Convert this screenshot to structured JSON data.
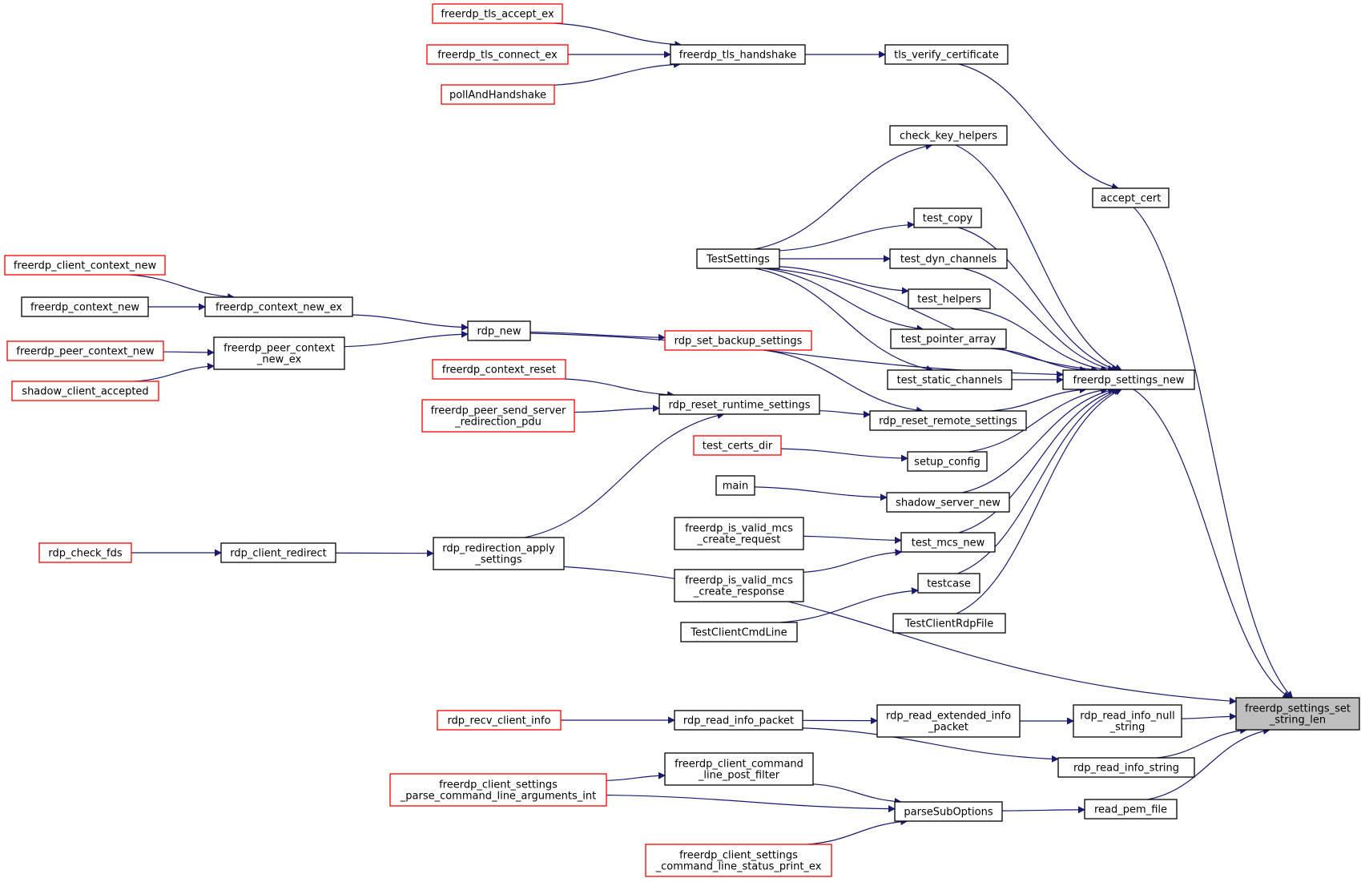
{
  "diagram": {
    "colors": {
      "edge": "#191970",
      "node_border": "#000000",
      "node_border_undocumented": "#ff0000",
      "root_fill": "#bfbfbf",
      "node_fill": "#ffffff"
    },
    "nodes": [
      {
        "id": "root",
        "lines": [
          "freerdp_settings_set",
          "_string_len"
        ],
        "style": "root"
      },
      {
        "id": "tls_accept",
        "lines": [
          "freerdp_tls_accept_ex"
        ],
        "style": "red"
      },
      {
        "id": "tls_connect",
        "lines": [
          "freerdp_tls_connect_ex"
        ],
        "style": "red"
      },
      {
        "id": "poll",
        "lines": [
          "pollAndHandshake"
        ],
        "style": "red"
      },
      {
        "id": "tls_handshake",
        "lines": [
          "freerdp_tls_handshake"
        ],
        "style": "black"
      },
      {
        "id": "tls_verify",
        "lines": [
          "tls_verify_certificate"
        ],
        "style": "black"
      },
      {
        "id": "accept_cert",
        "lines": [
          "accept_cert"
        ],
        "style": "black"
      },
      {
        "id": "check_key",
        "lines": [
          "check_key_helpers"
        ],
        "style": "black"
      },
      {
        "id": "test_copy",
        "lines": [
          "test_copy"
        ],
        "style": "black"
      },
      {
        "id": "testsettings",
        "lines": [
          "TestSettings"
        ],
        "style": "black"
      },
      {
        "id": "test_dyn",
        "lines": [
          "test_dyn_channels"
        ],
        "style": "black"
      },
      {
        "id": "test_helpers",
        "lines": [
          "test_helpers"
        ],
        "style": "black"
      },
      {
        "id": "test_pointer",
        "lines": [
          "test_pointer_array"
        ],
        "style": "black"
      },
      {
        "id": "test_static",
        "lines": [
          "test_static_channels"
        ],
        "style": "black"
      },
      {
        "id": "settings_new",
        "lines": [
          "freerdp_settings_new"
        ],
        "style": "black"
      },
      {
        "id": "client_ctx_new",
        "lines": [
          "freerdp_client_context_new"
        ],
        "style": "red"
      },
      {
        "id": "ctx_new",
        "lines": [
          "freerdp_context_new"
        ],
        "style": "black"
      },
      {
        "id": "ctx_new_ex",
        "lines": [
          "freerdp_context_new_ex"
        ],
        "style": "black"
      },
      {
        "id": "peer_ctx_new",
        "lines": [
          "freerdp_peer_context_new"
        ],
        "style": "red"
      },
      {
        "id": "peer_ctx_new_ex",
        "lines": [
          "freerdp_peer_context",
          "_new_ex"
        ],
        "style": "black"
      },
      {
        "id": "shadow_accepted",
        "lines": [
          "shadow_client_accepted"
        ],
        "style": "red"
      },
      {
        "id": "rdp_new",
        "lines": [
          "rdp_new"
        ],
        "style": "black"
      },
      {
        "id": "set_backup",
        "lines": [
          "rdp_set_backup_settings"
        ],
        "style": "red"
      },
      {
        "id": "ctx_reset",
        "lines": [
          "freerdp_context_reset"
        ],
        "style": "red"
      },
      {
        "id": "peer_send_redir",
        "lines": [
          "freerdp_peer_send_server",
          "_redirection_pdu"
        ],
        "style": "red"
      },
      {
        "id": "reset_runtime",
        "lines": [
          "rdp_reset_runtime_settings"
        ],
        "style": "black"
      },
      {
        "id": "reset_remote",
        "lines": [
          "rdp_reset_remote_settings"
        ],
        "style": "black"
      },
      {
        "id": "test_certs_dir",
        "lines": [
          "test_certs_dir"
        ],
        "style": "red"
      },
      {
        "id": "setup_config",
        "lines": [
          "setup_config"
        ],
        "style": "black"
      },
      {
        "id": "main",
        "lines": [
          "main"
        ],
        "style": "black"
      },
      {
        "id": "shadow_server_new",
        "lines": [
          "shadow_server_new"
        ],
        "style": "black"
      },
      {
        "id": "valid_mcs_req",
        "lines": [
          "freerdp_is_valid_mcs",
          "_create_request"
        ],
        "style": "black"
      },
      {
        "id": "test_mcs_new",
        "lines": [
          "test_mcs_new"
        ],
        "style": "black"
      },
      {
        "id": "valid_mcs_resp",
        "lines": [
          "freerdp_is_valid_mcs",
          "_create_response"
        ],
        "style": "black"
      },
      {
        "id": "testcase",
        "lines": [
          "testcase"
        ],
        "style": "black"
      },
      {
        "id": "client_cmdline",
        "lines": [
          "TestClientCmdLine"
        ],
        "style": "black"
      },
      {
        "id": "client_rdpfile",
        "lines": [
          "TestClientRdpFile"
        ],
        "style": "black"
      },
      {
        "id": "check_fds",
        "lines": [
          "rdp_check_fds"
        ],
        "style": "red"
      },
      {
        "id": "client_redirect",
        "lines": [
          "rdp_client_redirect"
        ],
        "style": "black"
      },
      {
        "id": "redir_apply",
        "lines": [
          "rdp_redirection_apply",
          "_settings"
        ],
        "style": "black"
      },
      {
        "id": "recv_client_info",
        "lines": [
          "rdp_recv_client_info"
        ],
        "style": "red"
      },
      {
        "id": "read_info_packet",
        "lines": [
          "rdp_read_info_packet"
        ],
        "style": "black"
      },
      {
        "id": "read_ext_info",
        "lines": [
          "rdp_read_extended_info",
          "_packet"
        ],
        "style": "black"
      },
      {
        "id": "read_info_null",
        "lines": [
          "rdp_read_info_null",
          "_string"
        ],
        "style": "black"
      },
      {
        "id": "read_info_string",
        "lines": [
          "rdp_read_info_string"
        ],
        "style": "black"
      },
      {
        "id": "cmd_post_filter",
        "lines": [
          "freerdp_client_command",
          "_line_post_filter"
        ],
        "style": "black"
      },
      {
        "id": "parse_cmd_args",
        "lines": [
          "freerdp_client_settings",
          "_parse_command_line_arguments_int"
        ],
        "style": "red"
      },
      {
        "id": "parse_sub",
        "lines": [
          "parseSubOptions"
        ],
        "style": "black"
      },
      {
        "id": "read_pem",
        "lines": [
          "read_pem_file"
        ],
        "style": "black"
      },
      {
        "id": "status_print",
        "lines": [
          "freerdp_client_settings",
          "_command_line_status_print_ex"
        ],
        "style": "red"
      }
    ],
    "edges": [
      {
        "from": "tls_accept",
        "to": "tls_handshake"
      },
      {
        "from": "tls_connect",
        "to": "tls_handshake"
      },
      {
        "from": "poll",
        "to": "tls_handshake"
      },
      {
        "from": "tls_handshake",
        "to": "tls_verify"
      },
      {
        "from": "tls_verify",
        "to": "accept_cert"
      },
      {
        "from": "accept_cert",
        "to": "root"
      },
      {
        "from": "testsettings",
        "to": "check_key"
      },
      {
        "from": "testsettings",
        "to": "test_copy"
      },
      {
        "from": "testsettings",
        "to": "test_dyn"
      },
      {
        "from": "testsettings",
        "to": "test_helpers"
      },
      {
        "from": "testsettings",
        "to": "test_pointer"
      },
      {
        "from": "testsettings",
        "to": "test_static"
      },
      {
        "from": "testsettings",
        "to": "settings_new"
      },
      {
        "from": "check_key",
        "to": "settings_new"
      },
      {
        "from": "test_copy",
        "to": "settings_new"
      },
      {
        "from": "test_dyn",
        "to": "settings_new"
      },
      {
        "from": "test_helpers",
        "to": "settings_new"
      },
      {
        "from": "test_pointer",
        "to": "settings_new"
      },
      {
        "from": "test_static",
        "to": "settings_new"
      },
      {
        "from": "rdp_new",
        "to": "settings_new"
      },
      {
        "from": "reset_remote",
        "to": "settings_new"
      },
      {
        "from": "setup_config",
        "to": "settings_new"
      },
      {
        "from": "shadow_server_new",
        "to": "settings_new"
      },
      {
        "from": "test_mcs_new",
        "to": "settings_new"
      },
      {
        "from": "testcase",
        "to": "settings_new"
      },
      {
        "from": "client_rdpfile",
        "to": "settings_new"
      },
      {
        "from": "settings_new",
        "to": "root"
      },
      {
        "from": "client_ctx_new",
        "to": "ctx_new_ex"
      },
      {
        "from": "ctx_new",
        "to": "ctx_new_ex"
      },
      {
        "from": "peer_ctx_new",
        "to": "peer_ctx_new_ex"
      },
      {
        "from": "shadow_accepted",
        "to": "peer_ctx_new_ex"
      },
      {
        "from": "ctx_new_ex",
        "to": "rdp_new"
      },
      {
        "from": "peer_ctx_new_ex",
        "to": "rdp_new"
      },
      {
        "from": "rdp_new",
        "to": "set_backup"
      },
      {
        "from": "set_backup",
        "to": "reset_remote"
      },
      {
        "from": "ctx_reset",
        "to": "reset_runtime"
      },
      {
        "from": "peer_send_redir",
        "to": "reset_runtime"
      },
      {
        "from": "reset_runtime",
        "to": "reset_remote"
      },
      {
        "from": "redir_apply",
        "to": "reset_runtime"
      },
      {
        "from": "test_certs_dir",
        "to": "setup_config"
      },
      {
        "from": "main",
        "to": "shadow_server_new"
      },
      {
        "from": "valid_mcs_req",
        "to": "test_mcs_new"
      },
      {
        "from": "valid_mcs_resp",
        "to": "test_mcs_new"
      },
      {
        "from": "client_cmdline",
        "to": "testcase"
      },
      {
        "from": "check_fds",
        "to": "client_redirect"
      },
      {
        "from": "client_redirect",
        "to": "redir_apply"
      },
      {
        "from": "redir_apply",
        "to": "root"
      },
      {
        "from": "recv_client_info",
        "to": "read_info_packet"
      },
      {
        "from": "read_info_packet",
        "to": "read_ext_info"
      },
      {
        "from": "read_ext_info",
        "to": "read_info_null"
      },
      {
        "from": "read_info_null",
        "to": "root"
      },
      {
        "from": "read_info_packet",
        "to": "read_info_string"
      },
      {
        "from": "read_info_string",
        "to": "root"
      },
      {
        "from": "parse_cmd_args",
        "to": "cmd_post_filter"
      },
      {
        "from": "cmd_post_filter",
        "to": "parse_sub"
      },
      {
        "from": "parse_cmd_args",
        "to": "parse_sub"
      },
      {
        "from": "status_print",
        "to": "parse_sub"
      },
      {
        "from": "parse_sub",
        "to": "read_pem"
      },
      {
        "from": "read_pem",
        "to": "root"
      }
    ]
  }
}
